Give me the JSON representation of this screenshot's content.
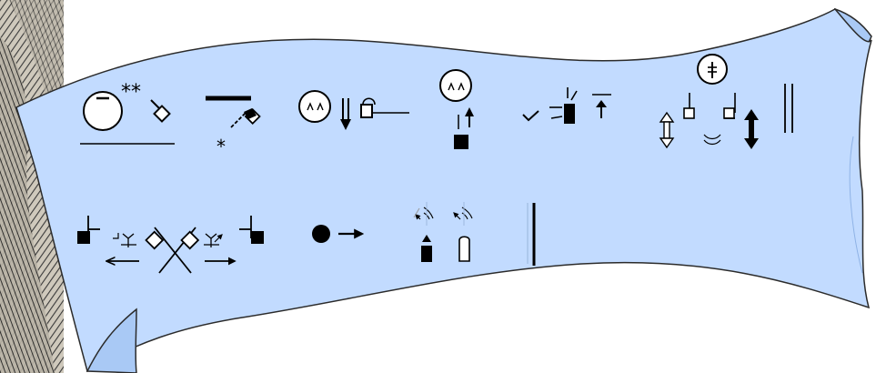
{
  "image": {
    "kind": "illustration",
    "subject": "sutton-movement-writing-on-scroll-banner",
    "colors": {
      "scroll_fill": "#c2dbff",
      "scroll_stroke": "#2b2b2b",
      "ink": "#000000",
      "paper": "#ffffff",
      "engraving_bg": "#d8d4c8"
    }
  },
  "scroll": {
    "rows": [
      {
        "signs": [
          {
            "name": "sign-head-winks-asterisks",
            "icon": "head-icon"
          },
          {
            "name": "sign-bar-diamond-asterisk",
            "icon": "diamond-hand-icon"
          },
          {
            "name": "sign-head-down-arrow-box",
            "icon": "head-icon"
          },
          {
            "name": "sign-head-up-arrow-square",
            "icon": "head-icon"
          },
          {
            "name": "sign-check-hand-rays",
            "icon": "hand-rays-icon"
          },
          {
            "name": "sign-head-double-arrows-boxes",
            "icon": "double-arrow-icon"
          },
          {
            "name": "double-bar-separator",
            "icon": "double-bar-icon"
          }
        ]
      },
      {
        "signs": [
          {
            "name": "sign-crossed-diamonds-arrows",
            "icon": "crossed-diamonds-icon"
          },
          {
            "name": "sign-dot-arrow",
            "icon": "dot-arrow-icon"
          },
          {
            "name": "sign-arcs-hands",
            "icon": "arc-hands-icon"
          },
          {
            "name": "single-bar-separator",
            "icon": "single-bar-icon"
          }
        ]
      }
    ]
  }
}
